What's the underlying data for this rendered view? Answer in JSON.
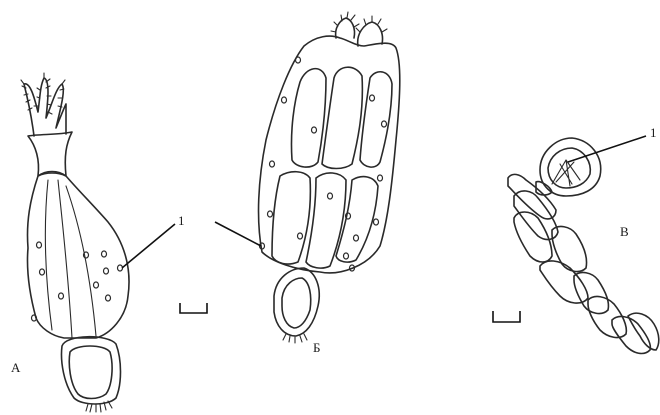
{
  "panels": [
    {
      "id": "A",
      "letter": "А"
    },
    {
      "id": "B",
      "letter": "Б"
    },
    {
      "id": "C",
      "letter": "В"
    }
  ],
  "callout_number": "1"
}
